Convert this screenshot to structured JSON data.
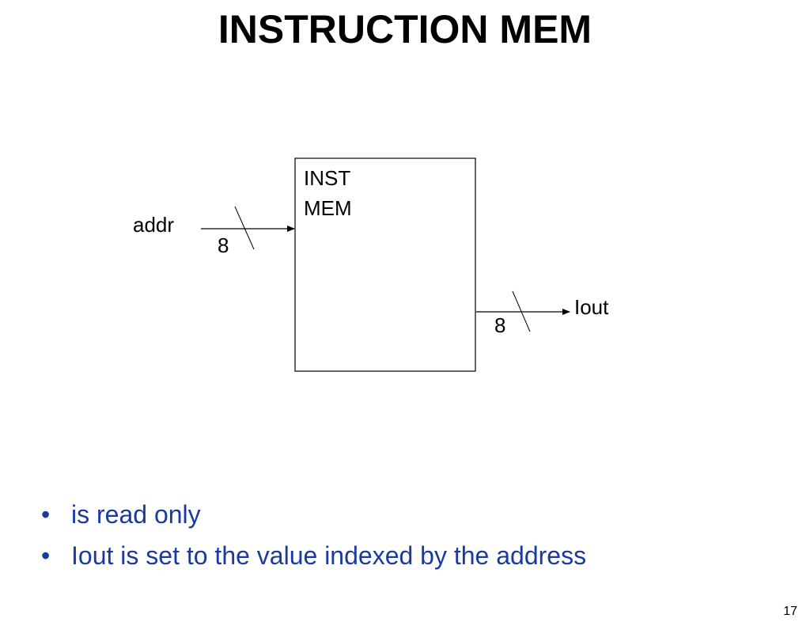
{
  "title": "INSTRUCTION MEM",
  "diagram": {
    "block_label_line1": "INST",
    "block_label_line2": "MEM",
    "input_label": "addr",
    "input_width": "8",
    "output_label": "Iout",
    "output_width": "8"
  },
  "bullet_glyph": "•",
  "bullets": [
    "is read only",
    "Iout is set to the value indexed by the address"
  ],
  "page_number": "17",
  "colors": {
    "bullet_text": "#1a3a9e"
  }
}
